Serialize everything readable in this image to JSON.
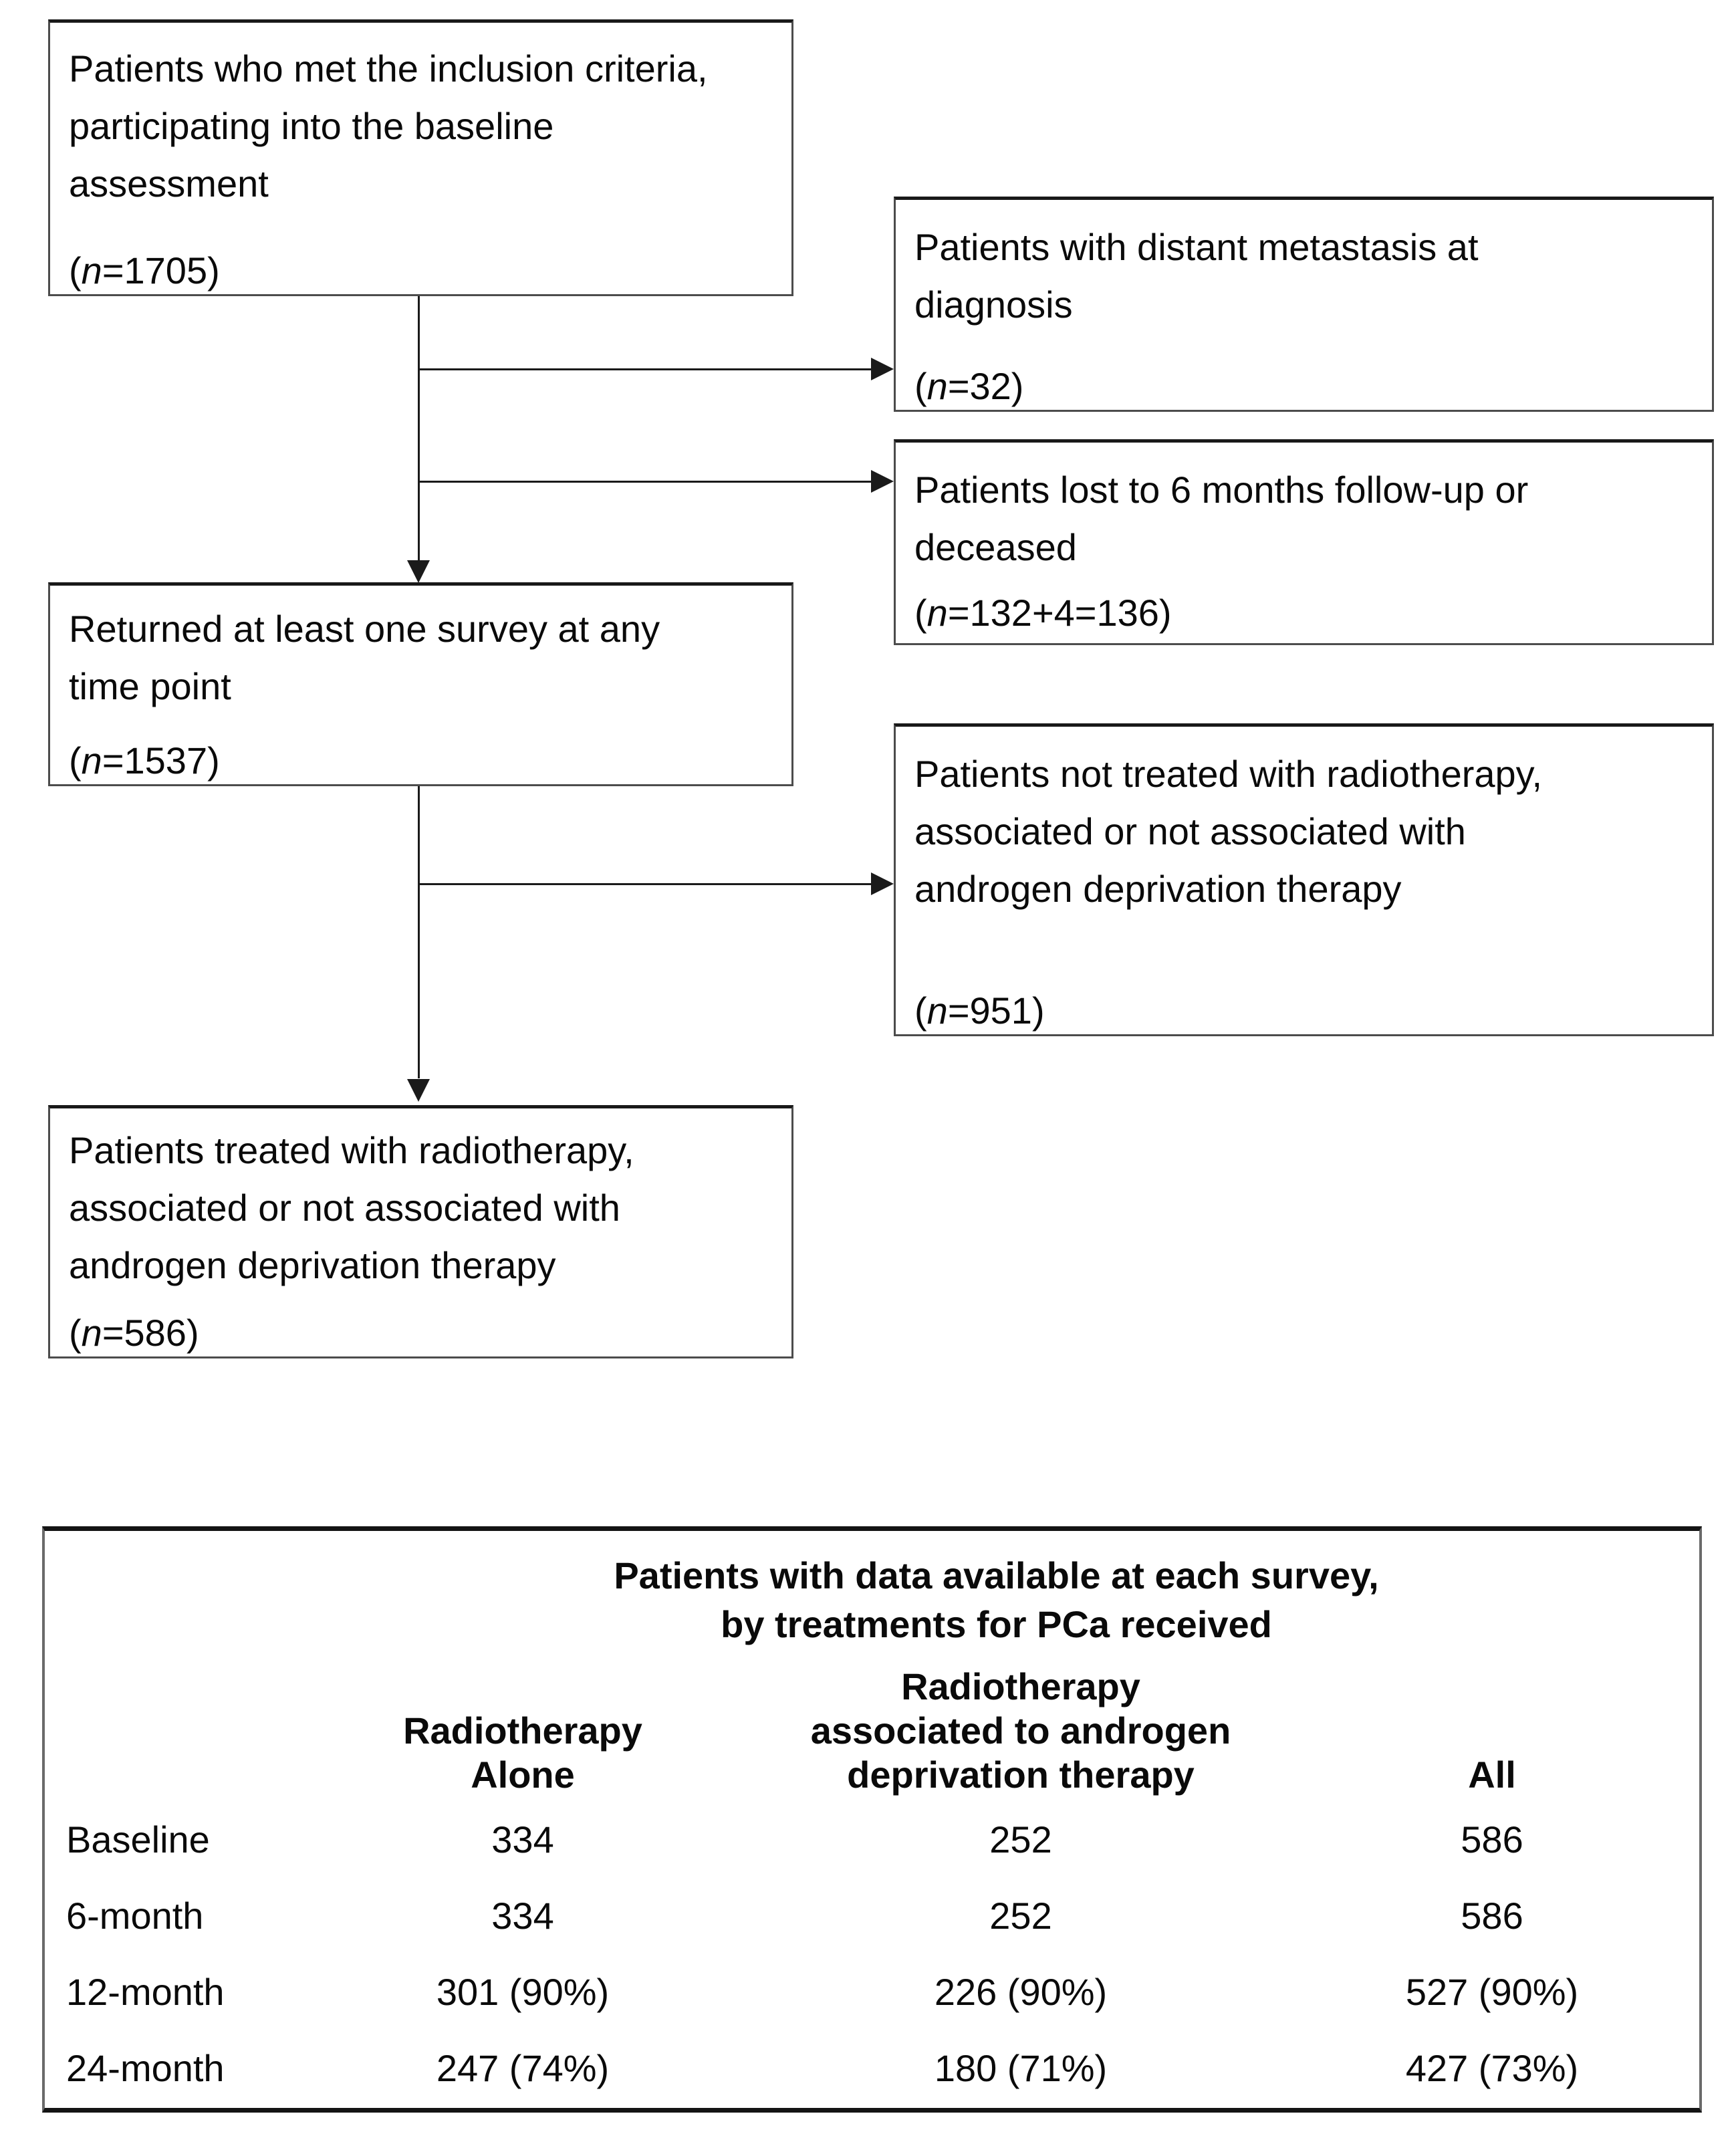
{
  "flowchart": {
    "boxes": {
      "included": {
        "text": "Patients who met the inclusion criteria,\nparticipating into the baseline\nassessment",
        "n_open": "(",
        "n_var": "n",
        "n_value": "=1705)"
      },
      "metastasis": {
        "text": "Patients with distant metastasis at\ndiagnosis",
        "n_open": "(",
        "n_var": "n",
        "n_value": "=32)"
      },
      "lost": {
        "text": "Patients lost to 6 months follow-up or\ndeceased",
        "n_open": "(",
        "n_var": "n",
        "n_value": "=132+4=136)"
      },
      "returned": {
        "text": "Returned at least one survey at any\ntime point",
        "n_open": "(",
        "n_var": "n",
        "n_value": "=1537)"
      },
      "not_treated": {
        "text": "Patients not treated with radiotherapy,\nassociated or not associated with\nandrogen deprivation therapy",
        "n_open": "(",
        "n_var": "n",
        "n_value": "=951)"
      },
      "treated": {
        "text": "Patients treated with radiotherapy,\nassociated or not associated with\nandrogen deprivation therapy",
        "n_open": "(",
        "n_var": "n",
        "n_value": "=586)"
      }
    }
  },
  "table": {
    "title": "Patients with data available at each survey,\nby treatments for PCa received",
    "col_rt_alone": "Radiotherapy\nAlone",
    "col_rt_adt": "Radiotherapy\nassociated to androgen\ndeprivation therapy",
    "col_all": "All",
    "rows": [
      {
        "label": "Baseline",
        "rt_alone": "334",
        "rt_adt": "252",
        "all": "586"
      },
      {
        "label": "6-month",
        "rt_alone": "334",
        "rt_adt": "252",
        "all": "586"
      },
      {
        "label": "12-month",
        "rt_alone": "301 (90%)",
        "rt_adt": "226 (90%)",
        "all": "527 (90%)"
      },
      {
        "label": "24-month",
        "rt_alone": "247 (74%)",
        "rt_adt": "180 (71%)",
        "all": "427 (73%)"
      }
    ]
  }
}
